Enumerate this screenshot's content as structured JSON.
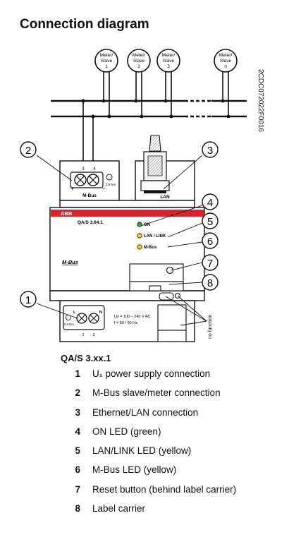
{
  "title": "Connection diagram",
  "doc_code": "2CDC072022F0016",
  "meters": [
    {
      "line1": "Meter/",
      "line2": "Slave",
      "line3": "1"
    },
    {
      "line1": "Meter/",
      "line2": "Slave",
      "line3": "2"
    },
    {
      "line1": "Meter/",
      "line2": "Slave",
      "line3": "3"
    },
    {
      "line1": "Meter/",
      "line2": "Slave",
      "line3": "n"
    }
  ],
  "callouts": [
    "1",
    "2",
    "3",
    "4",
    "5",
    "6",
    "7",
    "8"
  ],
  "device": {
    "brand": "ABB",
    "model": "QA/S 3.64.1",
    "mbus_terminal": "M-Bus",
    "terminal_3": "3",
    "terminal_4": "4",
    "plus": "+",
    "minus": "−",
    "torque_mbus": "0.6 Nm",
    "lan_label": "LAN",
    "led_on": "ON",
    "led_lan": "LAN / LINK",
    "led_mbus": "M-Bus",
    "mbus_logo": "M-Bus",
    "power_L": "L",
    "power_N": "N",
    "terminal_1": "1",
    "terminal_2": "2",
    "torque_power": "0.6 Nm",
    "voltage": "Us = 100 – 240 V AC",
    "frequency": "f = 50 / 60 Hz",
    "no_function": "no function"
  },
  "colors": {
    "red_band": "#d9232b",
    "led_green": "#27a844",
    "led_yellow": "#f2d21c"
  },
  "legend": {
    "title": "QA/S 3.xx.1",
    "items": [
      {
        "num": "1",
        "text": "Uₛ power supply connection"
      },
      {
        "num": "2",
        "text": "M-Bus slave/meter connection"
      },
      {
        "num": "3",
        "text": "Ethernet/LAN connection"
      },
      {
        "num": "4",
        "text": "ON LED (green)"
      },
      {
        "num": "5",
        "text": "LAN/LINK LED (yellow)"
      },
      {
        "num": "6",
        "text": "M-Bus LED (yellow)"
      },
      {
        "num": "7",
        "text": "Reset button (behind label carrier)"
      },
      {
        "num": "8",
        "text": "Label carrier"
      }
    ]
  }
}
